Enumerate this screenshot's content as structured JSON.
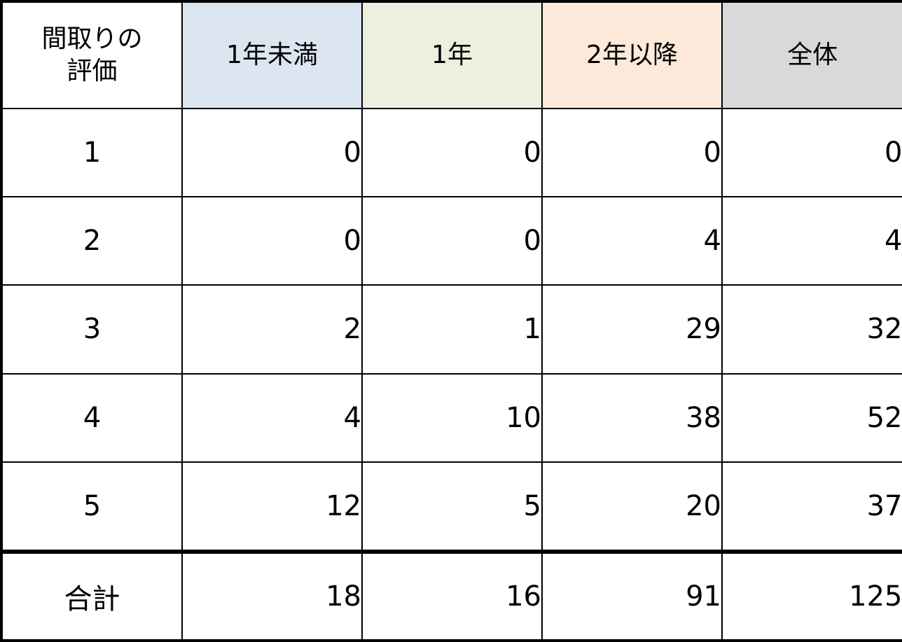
{
  "table": {
    "corner_label": [
      "間取りの",
      "評価"
    ],
    "columns": [
      {
        "label": "1年未満",
        "color": "#dce6f1"
      },
      {
        "label": "1年",
        "color": "#ebf1de"
      },
      {
        "label": "2年以降",
        "color": "#fde9d9"
      },
      {
        "label": "全体",
        "color": "#d9d9d9"
      }
    ],
    "rows": [
      {
        "label": "1",
        "values": [
          "0",
          "0",
          "0",
          "0"
        ]
      },
      {
        "label": "2",
        "values": [
          "0",
          "0",
          "4",
          "4"
        ]
      },
      {
        "label": "3",
        "values": [
          "2",
          "1",
          "29",
          "32"
        ]
      },
      {
        "label": "4",
        "values": [
          "4",
          "10",
          "38",
          "52"
        ]
      },
      {
        "label": "5",
        "values": [
          "12",
          "5",
          "20",
          "37"
        ]
      }
    ],
    "total": {
      "label": "合計",
      "values": [
        "18",
        "16",
        "91",
        "125"
      ]
    }
  }
}
